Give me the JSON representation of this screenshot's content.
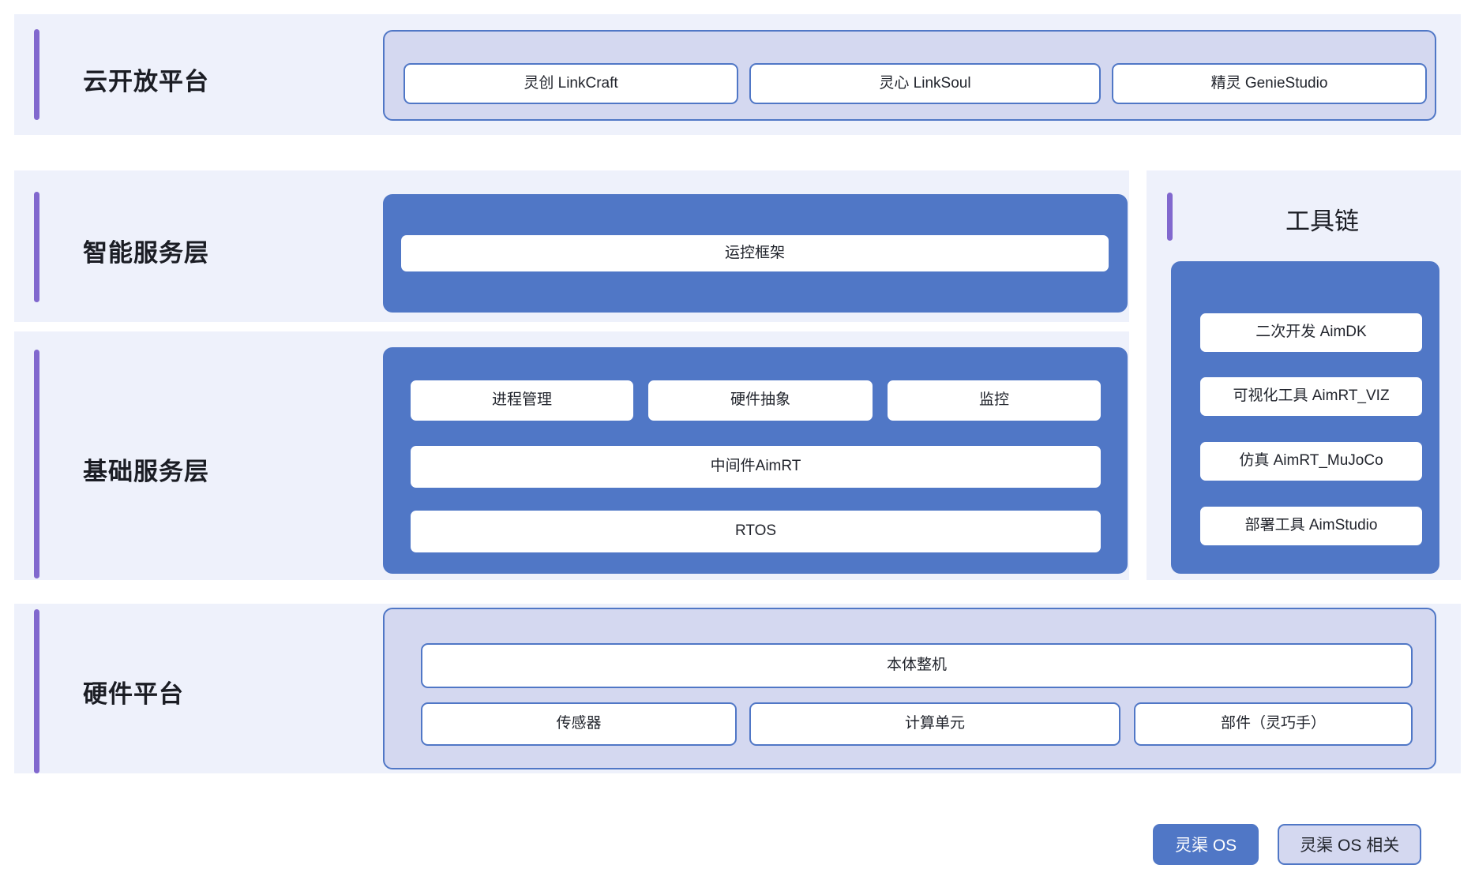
{
  "colors": {
    "brand_blue": "#5077C6",
    "lavender": "#D4D8F0",
    "row_bg": "#EEF1FB",
    "accent_purple": "#8168CE",
    "text": "#21242C"
  },
  "rows": [
    {
      "id": "cloud-open-platform",
      "title": "云开放平台",
      "group_style": "lavender",
      "items": [
        "灵创 LinkCraft",
        "灵心 LinkSoul",
        "精灵 GenieStudio"
      ]
    },
    {
      "id": "intelligent-service-layer",
      "title": "智能服务层",
      "group_style": "blue",
      "items": [
        "运控框架"
      ]
    },
    {
      "id": "basic-service-layer",
      "title": "基础服务层",
      "group_style": "blue",
      "items_row1": [
        "进程管理",
        "硬件抽象",
        "监控"
      ],
      "items_row2": [
        "中间件AimRT"
      ],
      "items_row3": [
        "RTOS"
      ]
    },
    {
      "id": "hardware-platform",
      "title": "硬件平台",
      "group_style": "lavender",
      "items_row1": [
        "本体整机"
      ],
      "items_row2": [
        "传感器",
        "计算单元",
        "部件（灵巧手）"
      ]
    }
  ],
  "toolchain": {
    "title": "工具链",
    "group_style": "blue",
    "items": [
      "二次开发 AimDK",
      "可视化工具 AimRT_VIZ",
      "仿真 AimRT_MuJoCo",
      "部署工具 AimStudio"
    ]
  },
  "legend": {
    "items": [
      {
        "label": "灵渠 OS",
        "style": "blue"
      },
      {
        "label": "灵渠 OS 相关",
        "style": "lavender"
      }
    ]
  }
}
